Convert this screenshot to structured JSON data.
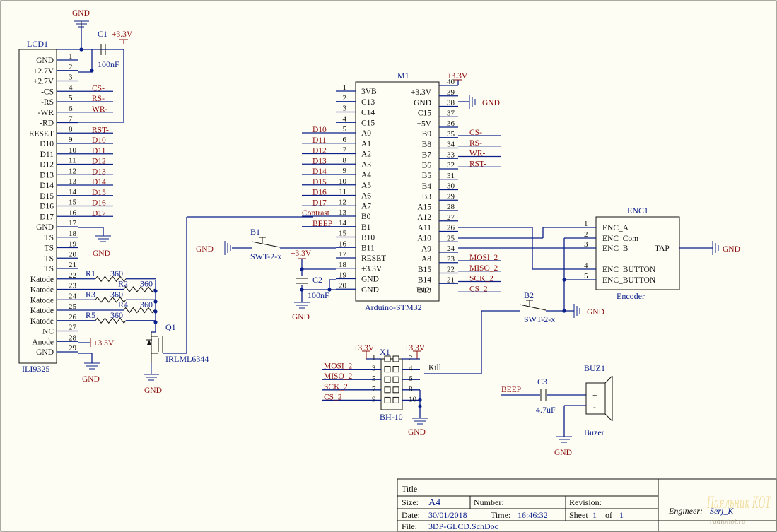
{
  "power": {
    "gnd": "GND",
    "vcc": "+3.3V"
  },
  "lcd": {
    "ref": "LCD1",
    "value": "ILI9325",
    "pins": [
      {
        "n": "1",
        "name": "GND"
      },
      {
        "n": "2",
        "name": "+2.7V"
      },
      {
        "n": "3",
        "name": "+2.7V"
      },
      {
        "n": "4",
        "name": "-CS",
        "net": "CS-"
      },
      {
        "n": "5",
        "name": "-RS",
        "net": "RS-"
      },
      {
        "n": "6",
        "name": "-WR",
        "net": "WR-"
      },
      {
        "n": "7",
        "name": "-RD"
      },
      {
        "n": "8",
        "name": "-RESET",
        "net": "RST-"
      },
      {
        "n": "9",
        "name": "D10",
        "net": "D10"
      },
      {
        "n": "10",
        "name": "D11",
        "net": "D11"
      },
      {
        "n": "11",
        "name": "D12",
        "net": "D12"
      },
      {
        "n": "12",
        "name": "D13",
        "net": "D13"
      },
      {
        "n": "13",
        "name": "D14",
        "net": "D14"
      },
      {
        "n": "14",
        "name": "D15",
        "net": "D15"
      },
      {
        "n": "15",
        "name": "D16",
        "net": "D16"
      },
      {
        "n": "16",
        "name": "D17",
        "net": "D17"
      },
      {
        "n": "17",
        "name": "GND"
      },
      {
        "n": "18",
        "name": "TS"
      },
      {
        "n": "19",
        "name": "TS"
      },
      {
        "n": "20",
        "name": "TS"
      },
      {
        "n": "21",
        "name": "TS"
      },
      {
        "n": "22",
        "name": "Katode"
      },
      {
        "n": "23",
        "name": "Katode"
      },
      {
        "n": "24",
        "name": "Katode"
      },
      {
        "n": "25",
        "name": "Katode"
      },
      {
        "n": "26",
        "name": "Katode"
      },
      {
        "n": "27",
        "name": "NC"
      },
      {
        "n": "28",
        "name": "Anode"
      },
      {
        "n": "29",
        "name": "GND"
      }
    ]
  },
  "c1": {
    "ref": "C1",
    "value": "100nF"
  },
  "resistors": [
    {
      "ref": "R1",
      "value": "360"
    },
    {
      "ref": "R2",
      "value": "360"
    },
    {
      "ref": "R3",
      "value": "360"
    },
    {
      "ref": "R4",
      "value": "360"
    },
    {
      "ref": "R5",
      "value": "360"
    }
  ],
  "q1": {
    "ref": "Q1",
    "value": "IRLML6344"
  },
  "mcu": {
    "ref": "M1",
    "value": "Arduino-STM32",
    "left": [
      {
        "n": "1",
        "name": "3VB"
      },
      {
        "n": "2",
        "name": "C13"
      },
      {
        "n": "3",
        "name": "C14"
      },
      {
        "n": "4",
        "name": "C15"
      },
      {
        "n": "5",
        "name": "A0",
        "net": "D10"
      },
      {
        "n": "6",
        "name": "A1",
        "net": "D11"
      },
      {
        "n": "7",
        "name": "A2",
        "net": "D12"
      },
      {
        "n": "8",
        "name": "A3",
        "net": "D13"
      },
      {
        "n": "9",
        "name": "A4",
        "net": "D14"
      },
      {
        "n": "10",
        "name": "A5",
        "net": "D15"
      },
      {
        "n": "11",
        "name": "A6",
        "net": "D16"
      },
      {
        "n": "12",
        "name": "A7",
        "net": "D17"
      },
      {
        "n": "13",
        "name": "B0",
        "net": "Contrast"
      },
      {
        "n": "14",
        "name": "B1",
        "net": "BEEP"
      },
      {
        "n": "15",
        "name": "B10"
      },
      {
        "n": "16",
        "name": "B11"
      },
      {
        "n": "17",
        "name": "RESET"
      },
      {
        "n": "18",
        "name": "+3.3V"
      },
      {
        "n": "19",
        "name": "GND"
      },
      {
        "n": "20",
        "name": "GND"
      }
    ],
    "right": [
      {
        "n": "40",
        "name": "+3.3V"
      },
      {
        "n": "39",
        "name": "GND"
      },
      {
        "n": "38",
        "name": "C15"
      },
      {
        "n": "37",
        "name": "+5V"
      },
      {
        "n": "36",
        "name": "B9",
        "net": "CS-"
      },
      {
        "n": "35",
        "name": "B8",
        "net": "RS-"
      },
      {
        "n": "34",
        "name": "B7",
        "net": "WR-"
      },
      {
        "n": "33",
        "name": "B6",
        "net": "RST-"
      },
      {
        "n": "32",
        "name": "B5"
      },
      {
        "n": "31",
        "name": "B4"
      },
      {
        "n": "30",
        "name": "B3"
      },
      {
        "n": "29",
        "name": "A15"
      },
      {
        "n": "28",
        "name": "A12"
      },
      {
        "n": "27",
        "name": "A11"
      },
      {
        "n": "26",
        "name": "A10"
      },
      {
        "n": "25",
        "name": "A9"
      },
      {
        "n": "24",
        "name": "A8",
        "net": "MOSI_2"
      },
      {
        "n": "23",
        "name": "B15",
        "net": "MISO_2"
      },
      {
        "n": "22",
        "name": "B14",
        "net": "SCK_2"
      },
      {
        "n": "21",
        "name": "B13",
        "net": "CS_2"
      }
    ],
    "right_extra": "B12"
  },
  "b1": {
    "ref": "B1",
    "value": "SWT-2-x"
  },
  "c2": {
    "ref": "C2",
    "value": "100nF"
  },
  "enc": {
    "ref": "ENC1",
    "value": "Encoder",
    "pins": [
      {
        "n": "1",
        "name": "ENC_A"
      },
      {
        "n": "2",
        "name": "ENC_Com"
      },
      {
        "n": "3",
        "name": "ENC_B"
      },
      {
        "n": "4",
        "name": "ENC_BUTTON"
      },
      {
        "n": "5",
        "name": "ENC_BUTTON"
      }
    ],
    "tap": "TAP"
  },
  "b2": {
    "ref": "B2",
    "value": "SWT-2-x"
  },
  "x1": {
    "ref": "X1",
    "value": "BH-10",
    "left": [
      {
        "n": "1"
      },
      {
        "n": "3",
        "net": "MOSI_2"
      },
      {
        "n": "5",
        "net": "MISO_2"
      },
      {
        "n": "7",
        "net": "SCK_2"
      },
      {
        "n": "9",
        "net": "CS_2"
      }
    ],
    "right": [
      {
        "n": "2"
      },
      {
        "n": "4",
        "net": "Kill"
      },
      {
        "n": "6"
      },
      {
        "n": "8"
      },
      {
        "n": "10"
      }
    ]
  },
  "c3": {
    "ref": "C3",
    "value": "4.7uF",
    "net": "BEEP"
  },
  "buz": {
    "ref": "BUZ1",
    "value": "Buzer",
    "plus": "+",
    "minus": "-"
  },
  "title_block": {
    "title_label": "Title",
    "size_label": "Size:",
    "size": "A4",
    "number_label": "Number:",
    "revision_label": "Revision:",
    "date_label": "Date:",
    "date": "30/01/2018",
    "time_label": "Time:",
    "time": "16:46:32",
    "sheet_label": "Sheet",
    "sheet": "1",
    "of_label": "of",
    "sheets": "1",
    "file_label": "File:",
    "file": "3DP-GLCD.SchDoc",
    "engineer_label": "Engineer:",
    "engineer": "Serj_K"
  },
  "watermark": {
    "line1": "Паяльник КОТ",
    "line2": "radiohot.ru"
  }
}
